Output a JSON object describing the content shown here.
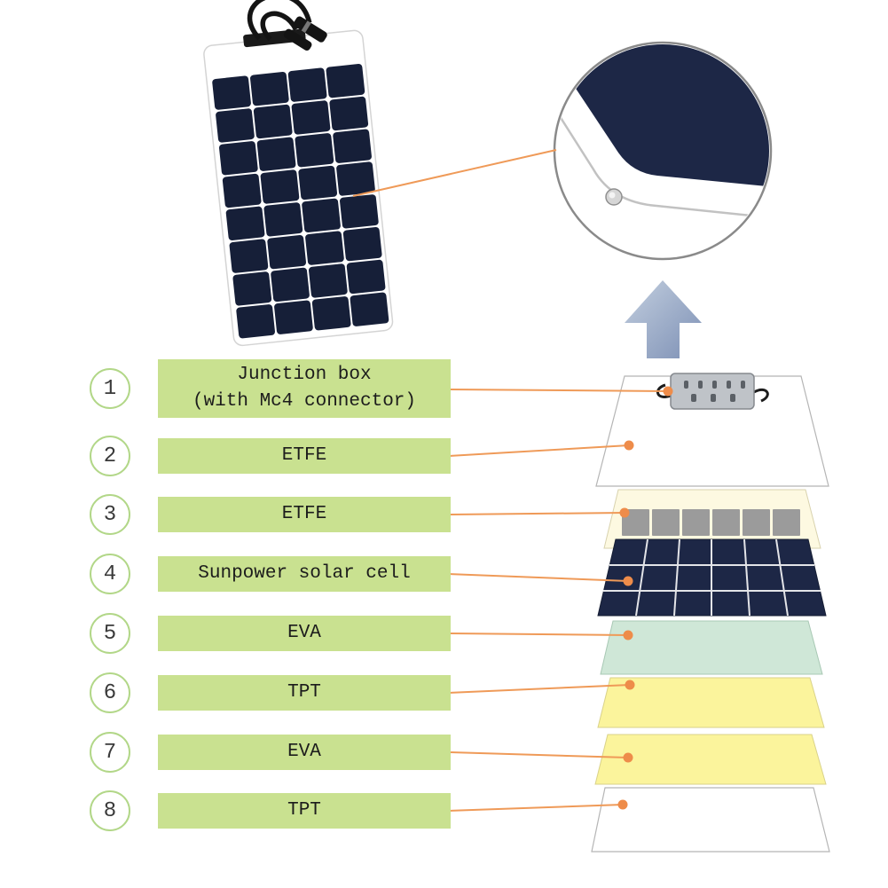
{
  "legend": {
    "items": [
      {
        "num": "1",
        "label": "Junction box\n(with Mc4 connector)"
      },
      {
        "num": "2",
        "label": "ETFE"
      },
      {
        "num": "3",
        "label": "ETFE"
      },
      {
        "num": "4",
        "label": "Sunpower solar cell"
      },
      {
        "num": "5",
        "label": "EVA"
      },
      {
        "num": "6",
        "label": "TPT"
      },
      {
        "num": "7",
        "label": "EVA"
      },
      {
        "num": "8",
        "label": "TPT"
      }
    ],
    "bar_color": "#c9e190",
    "circle_border_color": "#b2d788"
  },
  "diagram": {
    "connector_color": "#ef9a58",
    "dot_color": "#ee8c4a",
    "arrow_gradient_light": "#c3cfdf",
    "arrow_gradient_dark": "#7d90b5",
    "panel_cell_color": "#161f38",
    "layers": [
      {
        "name": "etfe-top-sheet",
        "color": "#ffffff"
      },
      {
        "name": "etfe-backsheet",
        "color": "#fdf9e1",
        "grid_color": "#9b9b9b"
      },
      {
        "name": "sunpower-solar-cell",
        "color": "#1d2746"
      },
      {
        "name": "eva-upper",
        "color": "#cfe7d7"
      },
      {
        "name": "tpt-upper",
        "color": "#fbf49c"
      },
      {
        "name": "eva-lower",
        "color": "#fbf49c"
      },
      {
        "name": "tpt-lower",
        "color": "#ffffff"
      }
    ]
  }
}
